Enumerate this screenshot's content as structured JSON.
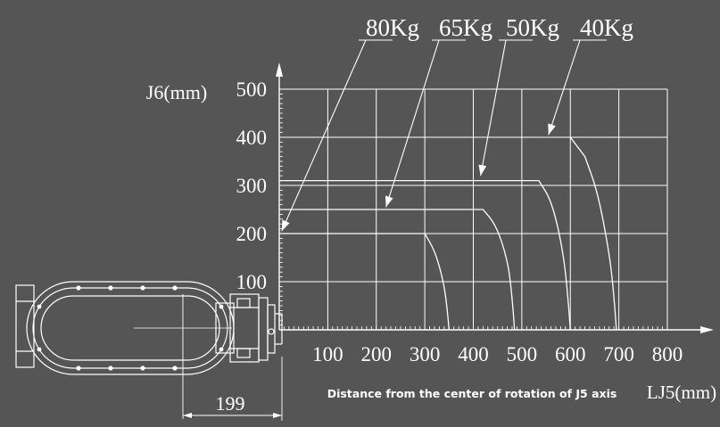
{
  "chart_data": {
    "type": "line",
    "title": "",
    "xlabel": "LJ5(mm)",
    "ylabel": "J6(mm)",
    "caption": "Distance from the center of rotation of J5 axis",
    "dimension_label": "199",
    "xlim": [
      0,
      800
    ],
    "ylim": [
      0,
      500
    ],
    "x_ticks": [
      "100",
      "200",
      "300",
      "400",
      "500",
      "600",
      "700",
      "800"
    ],
    "y_ticks": [
      "100",
      "200",
      "300",
      "400",
      "500"
    ],
    "grid": true,
    "series": [
      {
        "name": "80Kg",
        "points": [
          [
            0,
            200
          ],
          [
            300,
            200
          ],
          [
            320,
            165
          ],
          [
            335,
            115
          ],
          [
            345,
            60
          ],
          [
            350,
            0
          ]
        ]
      },
      {
        "name": "65Kg",
        "points": [
          [
            0,
            250
          ],
          [
            420,
            250
          ],
          [
            445,
            220
          ],
          [
            465,
            165
          ],
          [
            478,
            100
          ],
          [
            485,
            0
          ]
        ]
      },
      {
        "name": "50Kg",
        "points": [
          [
            0,
            310
          ],
          [
            535,
            310
          ],
          [
            560,
            270
          ],
          [
            580,
            190
          ],
          [
            593,
            100
          ],
          [
            600,
            0
          ]
        ]
      },
      {
        "name": "40Kg",
        "points": [
          [
            600,
            400
          ],
          [
            630,
            360
          ],
          [
            655,
            290
          ],
          [
            675,
            190
          ],
          [
            688,
            100
          ],
          [
            695,
            0
          ]
        ]
      }
    ]
  },
  "colors": {
    "background": "#555555",
    "line": "#ffffff"
  }
}
